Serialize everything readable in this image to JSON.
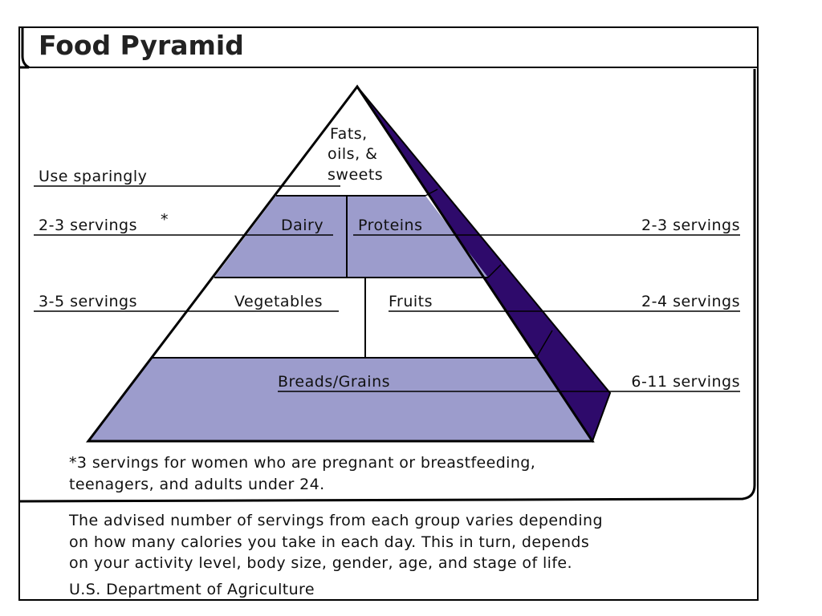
{
  "title": "Food Pyramid",
  "colors": {
    "tier_fill": "#9C9CCC",
    "side_fill": "#2E0A6B",
    "line": "#000000",
    "background": "#FFFFFF"
  },
  "tiers": {
    "top": [
      "Fats,",
      "oils, &",
      "sweets"
    ],
    "dairy": "Dairy",
    "proteins": "Proteins",
    "vegetables": "Vegetables",
    "fruits": "Fruits",
    "grains": "Breads/Grains"
  },
  "servings": {
    "fats": "Use sparingly",
    "dairy": "2-3 servings",
    "dairy_mark": "*",
    "proteins": "2-3 servings",
    "vegetables": "3-5 servings",
    "fruits": "2-4 servings",
    "grains": "6-11 servings"
  },
  "footnote": [
    "*3 servings for women who are pregnant or breastfeeding,",
    "teenagers, and adults under 24."
  ],
  "description": [
    "The advised number of servings from each group varies depending",
    "on how many calories you take in  each day. This in turn, depends",
    "on your activity level, body size, gender, age, and stage of life."
  ],
  "source": "U.S. Department of Agriculture"
}
